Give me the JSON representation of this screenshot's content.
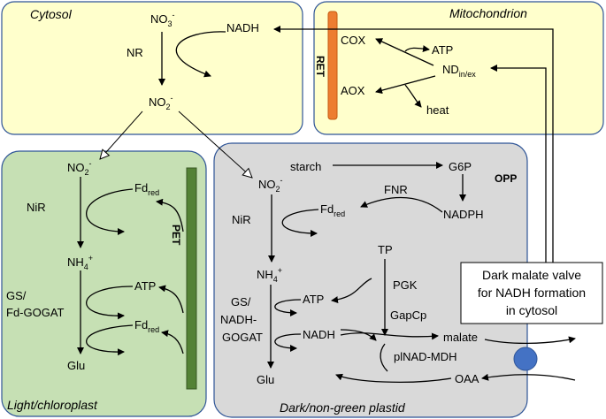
{
  "compartments": {
    "cytosol": "Cytosol",
    "mitochondrion": "Mitochondrion",
    "chloroplast": "Light/chloroplast",
    "plastid": "Dark/non-green plastid"
  },
  "cytosol": {
    "no3": "NO",
    "no3_sub": "3",
    "no3_sup": "-",
    "nadh": "NADH",
    "nr": "NR",
    "no2": "NO",
    "no2_sub": "2",
    "no2_sup": "-"
  },
  "mito": {
    "ret": "RET",
    "cox": "COX",
    "aox": "AOX",
    "atp": "ATP",
    "heat": "heat",
    "nd": "ND",
    "nd_sub": "in/ex"
  },
  "chloroplast": {
    "no2": "NO",
    "no2_sub": "2",
    "no2_sup": "-",
    "nir": "NiR",
    "fd1": "Fd",
    "fd1_sub": "red",
    "pet": "PET",
    "nh4": "NH",
    "nh4_sub": "4",
    "nh4_sup": "+",
    "gs1": "GS/",
    "gs2": "Fd-GOGAT",
    "atp": "ATP",
    "fd2": "Fd",
    "fd2_sub": "red",
    "glu": "Glu"
  },
  "plastid": {
    "starch": "starch",
    "g6p": "G6P",
    "opp": "OPP",
    "no2": "NO",
    "no2_sub": "2",
    "no2_sup": "-",
    "fnr": "FNR",
    "fd": "Fd",
    "fd_sub": "red",
    "nadph": "NADPH",
    "nir": "NiR",
    "tp": "TP",
    "nh4": "NH",
    "nh4_sub": "4",
    "nh4_sup": "+",
    "pgk": "PGK",
    "gs1": "GS/",
    "gs2": "NADH-",
    "gs3": "GOGAT",
    "atp": "ATP",
    "gapcp": "GapCp",
    "nadh": "NADH",
    "malate": "malate",
    "plnad": "plNAD-MDH",
    "glu": "Glu",
    "oaa": "OAA"
  },
  "valve": {
    "line1": "Dark malate valve",
    "line2": "for NADH formation",
    "line3": "in cytosol"
  },
  "colors": {
    "cytosol_fill": "#FFFFCC",
    "chloroplast_fill": "#C6E0B4",
    "plastid_fill": "#D9D9D9",
    "border": "#2F5597",
    "ret_fill": "#ED7D31",
    "pet_fill": "#548235",
    "transporter": "#4472C4"
  }
}
